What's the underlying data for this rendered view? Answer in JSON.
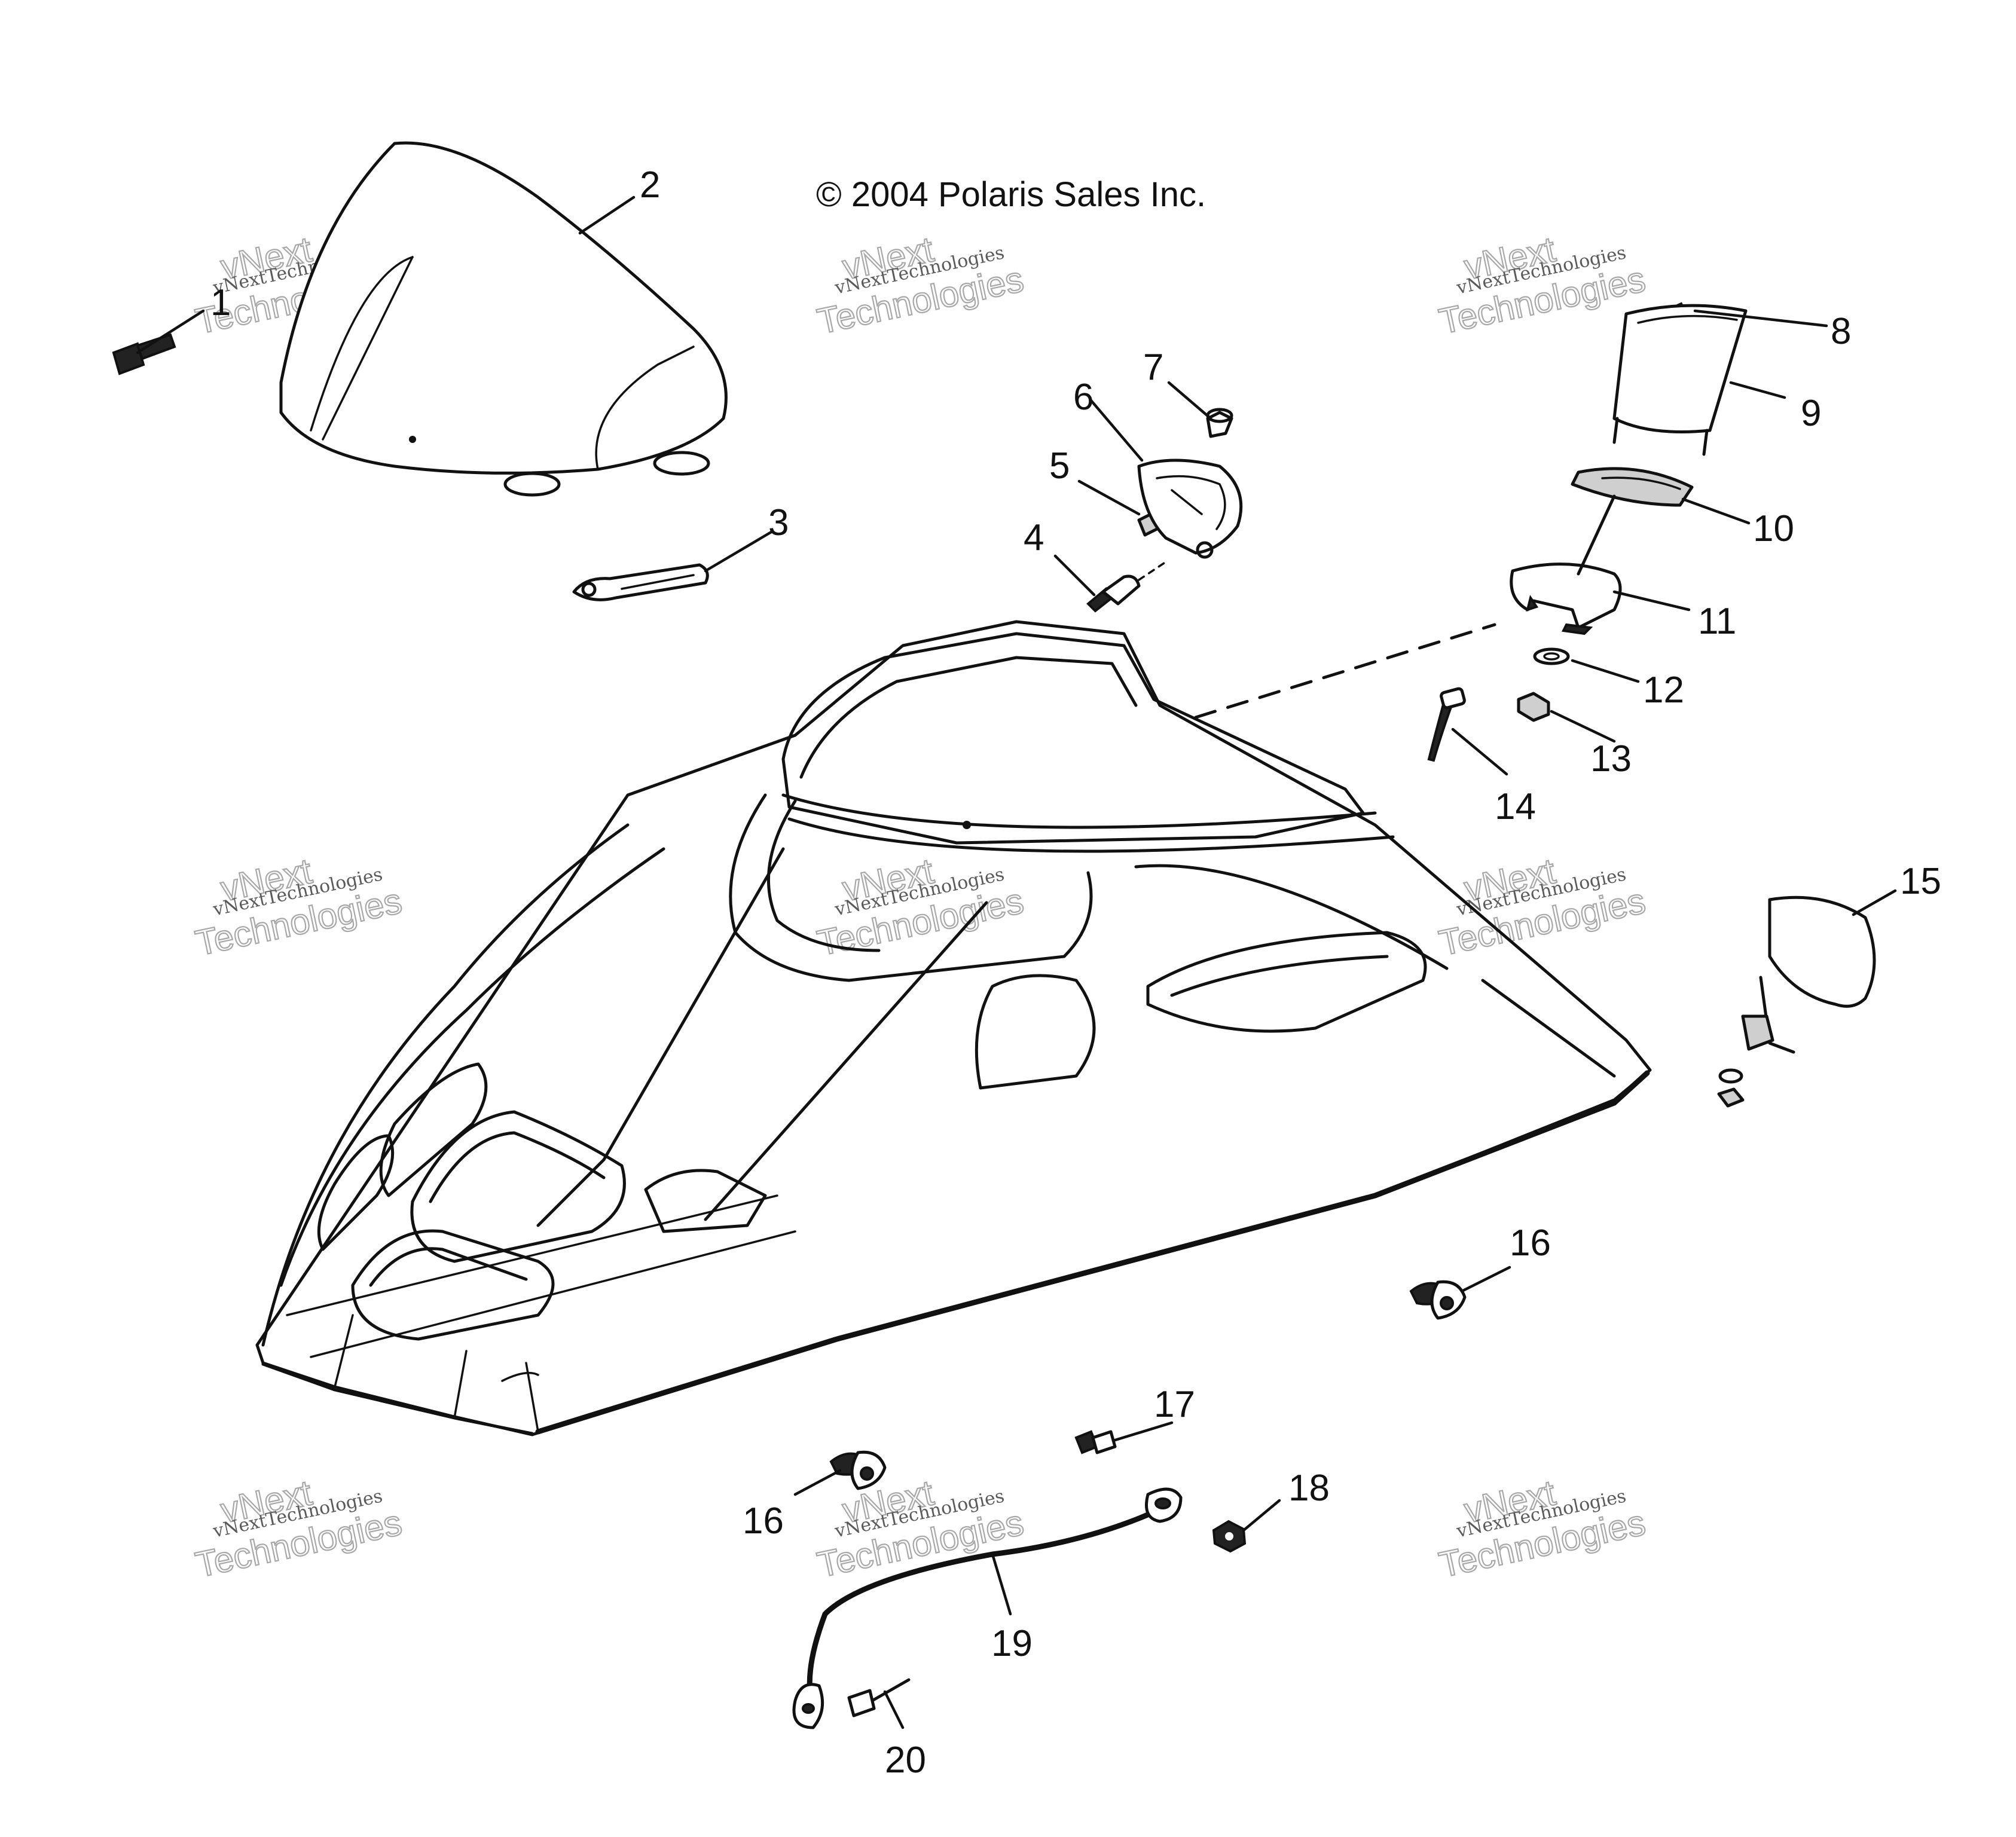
{
  "copyright": "© 2004 Polaris Sales Inc.",
  "watermark": {
    "line1": "vNext",
    "line2": "Technologies"
  },
  "callouts": [
    "1",
    "2",
    "3",
    "4",
    "5",
    "6",
    "7",
    "8",
    "9",
    "10",
    "11",
    "12",
    "13",
    "14",
    "15",
    "16",
    "16",
    "17",
    "18",
    "19",
    "20"
  ]
}
